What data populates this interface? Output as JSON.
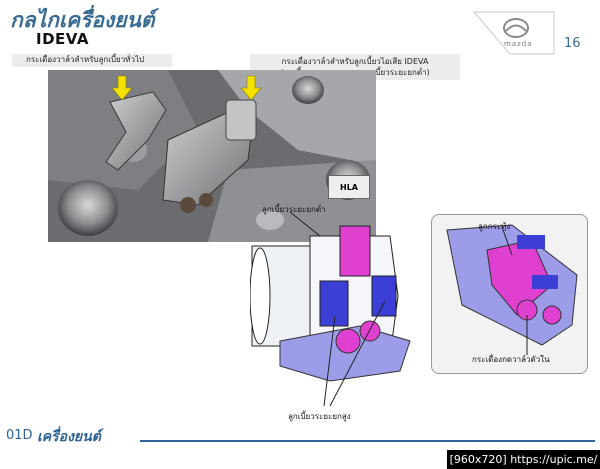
{
  "header": {
    "title": "กลไกเครื่องยนต์",
    "subtitle": "IDEVA",
    "page_number": "16",
    "logo_text": "mazda"
  },
  "photo_labels": {
    "left": "กระเดื่องวาล์วสำหรับลูกเบี้ยวทั่วไป",
    "right_line1": "กระเดื่องวาล์วสำหรับลูกเบี้ยวไอเสีย  IDEVA",
    "right_line2": "(ลูกเบี้ยวระยะยกสูง และลูกเบี้ยวระยะยกต่ำ)",
    "hla": "HLA"
  },
  "diagram_labels": {
    "low_lift_cam": "ลูกเบี้ยวระยะยกต่ำ",
    "high_lift_cam": "ลูกเบี้ยวระยะยกสูง",
    "plunger": "ลูกกระทุ้ง",
    "inner_rocker": "กระเดื่องกดวาล์วตัวใน"
  },
  "footer": {
    "code": "01D",
    "title": "เครื่องยนต์"
  },
  "watermark": "[960x720] https://upic.me/",
  "colors": {
    "brand_blue": "#3a6b93",
    "footer_blue": "#2e6596",
    "arrow_yellow": "#f4e000",
    "cam_magenta": "#e040d0",
    "cam_blue": "#3b3fd6",
    "rocker_lavender": "#9c9ce8"
  }
}
